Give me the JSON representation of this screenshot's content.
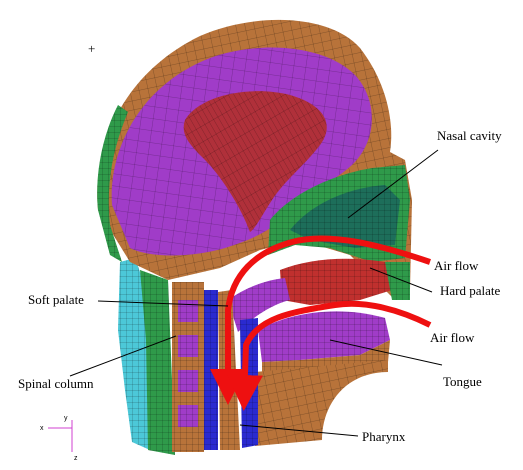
{
  "labels": {
    "nasal_cavity": "Nasal cavity",
    "air_flow_top": "Air flow",
    "hard_palate": "Hard palate",
    "air_flow_bottom": "Air flow",
    "soft_palate": "Soft palate",
    "spinal_column": "Spinal column",
    "tongue": "Tongue",
    "pharynx": "Pharynx"
  },
  "axis_triad": {
    "x": "x",
    "y": "y",
    "z": "z"
  },
  "crosshair_glyph": "+",
  "colors": {
    "skin": "#b8733a",
    "brain": "#a03cc8",
    "brain_core": "#b0303a",
    "bone_green": "#2f9a4a",
    "muscle_red": "#c0302e",
    "cyan": "#4cc8d8",
    "blue": "#2a2ad0",
    "arrow": "#ee1010",
    "mesh": "#000000",
    "axis": "#d040d0"
  }
}
